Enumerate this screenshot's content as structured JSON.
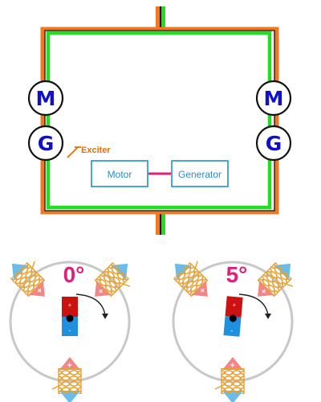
{
  "colors": {
    "wire_outer": "#f07820",
    "wire_inner": "#22dd22",
    "machine_text": "#1010cc",
    "box": "#1f8fd0",
    "link": "#e0207a",
    "exciter": "#e07010",
    "angle": "#e0207a",
    "coil": "#e8a030",
    "arrow_red": "#f07070",
    "arrow_blue": "#50b0e8",
    "magnet_north": "#cc1111",
    "magnet_south": "#1f8fe0",
    "ring": "#c8c8c8"
  },
  "left_machine": {
    "motor_letter": "M",
    "generator_letter": "G"
  },
  "right_machine": {
    "motor_letter": "M",
    "generator_letter": "G"
  },
  "exciter_label": "Exciter",
  "motor_box_label": "Motor",
  "generator_box_label": "Generator",
  "rotors": [
    {
      "angle_label": "0°",
      "rotation_deg": 0,
      "north_sign": "+",
      "south_sign": "-",
      "coil_signs": [
        "+",
        "+",
        "+"
      ]
    },
    {
      "angle_label": "5°",
      "rotation_deg": 5,
      "north_sign": "+",
      "south_sign": "-",
      "coil_signs": [
        "+",
        "+",
        "+"
      ]
    }
  ]
}
